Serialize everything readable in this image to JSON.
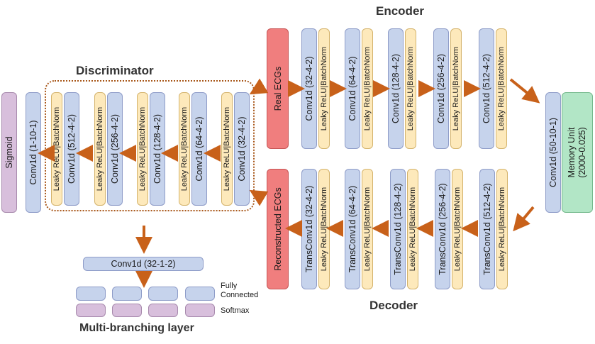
{
  "titles": {
    "encoder": "Encoder",
    "decoder": "Decoder",
    "discriminator": "Discriminator",
    "multi_branching": "Multi-branching layer"
  },
  "encoder": {
    "input": "Real ECGs",
    "layers": [
      "Conv1d (32-4-2)",
      "Conv1d (64-4-2)",
      "Conv1d (128-4-2)",
      "Conv1d (256-4-2)",
      "Conv1d (512-4-2)"
    ],
    "activation": "Leaky ReLU|BatchNorm"
  },
  "bottleneck": {
    "conv": "Conv1d (50-10-1)",
    "memory_line1": "Memory Unit",
    "memory_line2": "(2000-0.025)"
  },
  "decoder": {
    "output": "Reconstructed ECGs",
    "layers": [
      "TransConv1d (32-4-2)",
      "TransConv1d (64-4-2)",
      "TransConv1d (128-4-2)",
      "TransConv1d (256-4-2)",
      "TransConv1d (512-4-2)"
    ],
    "activation": "Leaky ReLU|BatchNorm"
  },
  "discriminator": {
    "layers": [
      "Conv1d (32-4-2)",
      "Conv1d (64-4-2)",
      "Conv1d (128-4-2)",
      "Conv1d (256-4-2)",
      "Conv1d (512-4-2)"
    ],
    "activation": "Leaky ReLU|BatchNorm",
    "final_conv": "Conv1d (1-10-1)",
    "sigmoid": "Sigmoid"
  },
  "multi_branch": {
    "conv": "Conv1d (32-1-2)",
    "fully_connected_line1": "Fully",
    "fully_connected_line2": "Connected",
    "softmax": "Softmax"
  },
  "colors": {
    "conv": "#c6d3ec",
    "activation": "#fde9bb",
    "ecg": "#f07e7e",
    "sigmoid": "#d8bfdc",
    "memory": "#b2e6c6",
    "arrow": "#c8611a"
  }
}
